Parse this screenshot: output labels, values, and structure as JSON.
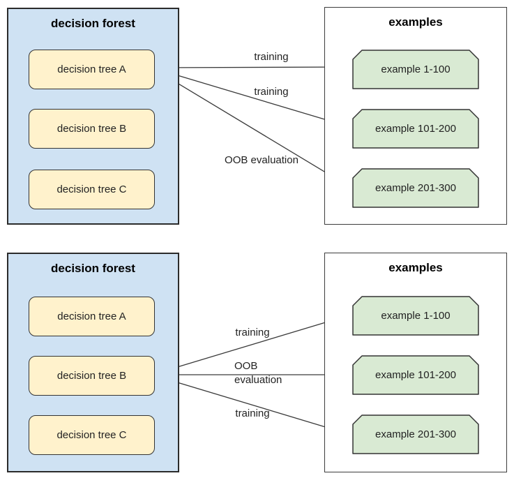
{
  "colors": {
    "forest_fill": "#cfe2f3",
    "tree_fill": "#fff2cc",
    "example_fill": "#d9ead3",
    "line_stroke": "#333333"
  },
  "diagram": {
    "top": {
      "forest": {
        "title": "decision forest",
        "trees": [
          {
            "label": "decision tree A"
          },
          {
            "label": "decision tree B"
          },
          {
            "label": "decision tree C"
          }
        ]
      },
      "examples": {
        "title": "examples",
        "items": [
          {
            "label": "example 1-100"
          },
          {
            "label": "example 101-200"
          },
          {
            "label": "example 201-300"
          }
        ]
      },
      "edges": [
        {
          "from": "decision tree A",
          "to": "example 1-100",
          "label": "training"
        },
        {
          "from": "decision tree A",
          "to": "example 101-200",
          "label": "training"
        },
        {
          "from": "decision tree A",
          "to": "example 201-300",
          "label": "OOB evaluation"
        }
      ]
    },
    "bottom": {
      "forest": {
        "title": "decision forest",
        "trees": [
          {
            "label": "decision tree A"
          },
          {
            "label": "decision tree B"
          },
          {
            "label": "decision tree C"
          }
        ]
      },
      "examples": {
        "title": "examples",
        "items": [
          {
            "label": "example 1-100"
          },
          {
            "label": "example 101-200"
          },
          {
            "label": "example 201-300"
          }
        ]
      },
      "edges": [
        {
          "from": "decision tree B",
          "to": "example 1-100",
          "label": "training"
        },
        {
          "from": "decision tree B",
          "to": "example 101-200",
          "label": "OOB evaluation"
        },
        {
          "from": "decision tree B",
          "to": "example 201-300",
          "label": "training"
        }
      ]
    }
  }
}
